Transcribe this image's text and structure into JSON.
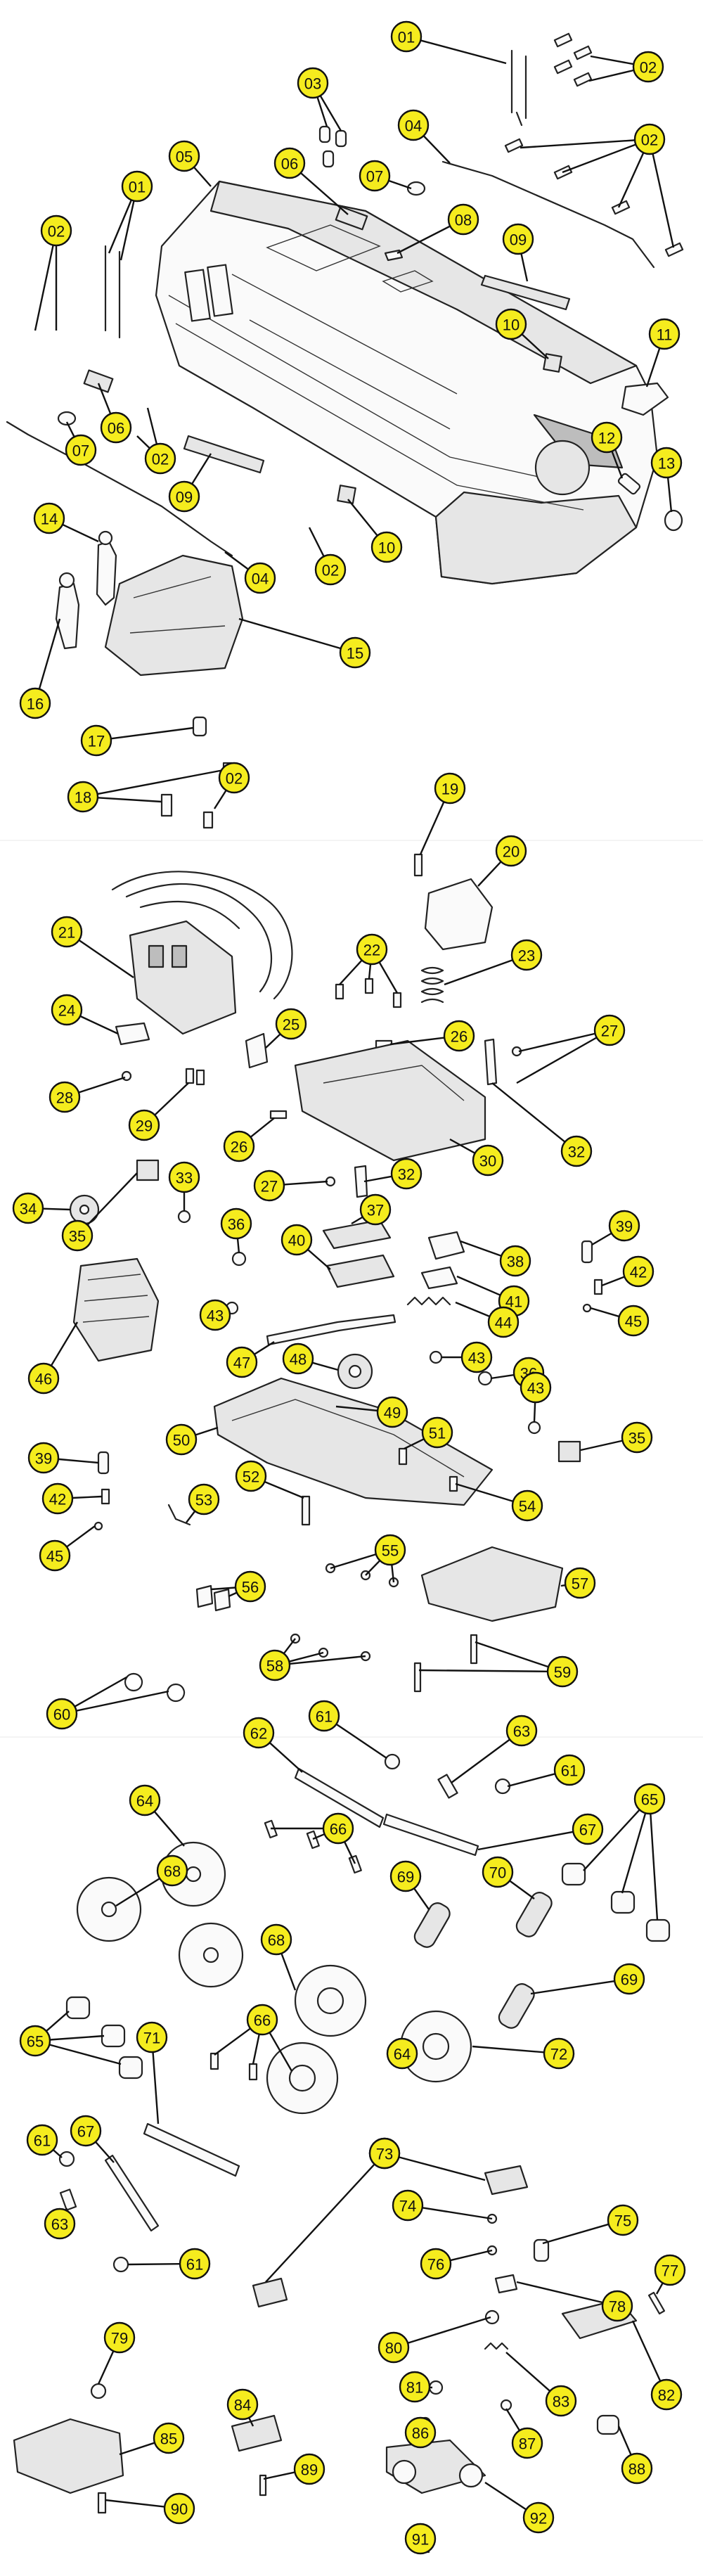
{
  "callouts": [
    {
      "label": "01"
    },
    {
      "label": "02"
    },
    {
      "label": "03"
    },
    {
      "label": "04"
    },
    {
      "label": "05"
    },
    {
      "label": "06"
    },
    {
      "label": "07"
    },
    {
      "label": "08"
    },
    {
      "label": "09"
    },
    {
      "label": "10"
    },
    {
      "label": "11"
    },
    {
      "label": "12"
    },
    {
      "label": "13"
    },
    {
      "label": "14"
    },
    {
      "label": "15"
    },
    {
      "label": "16"
    },
    {
      "label": "17"
    },
    {
      "label": "18"
    },
    {
      "label": "19"
    },
    {
      "label": "20"
    },
    {
      "label": "21"
    },
    {
      "label": "22"
    },
    {
      "label": "23"
    },
    {
      "label": "24"
    },
    {
      "label": "25"
    },
    {
      "label": "26"
    },
    {
      "label": "27"
    },
    {
      "label": "28"
    },
    {
      "label": "29"
    },
    {
      "label": "30"
    },
    {
      "label": "32"
    },
    {
      "label": "33"
    },
    {
      "label": "34"
    },
    {
      "label": "35"
    },
    {
      "label": "36"
    },
    {
      "label": "37"
    },
    {
      "label": "38"
    },
    {
      "label": "39"
    },
    {
      "label": "40"
    },
    {
      "label": "41"
    },
    {
      "label": "42"
    },
    {
      "label": "43"
    },
    {
      "label": "44"
    },
    {
      "label": "45"
    },
    {
      "label": "46"
    },
    {
      "label": "47"
    },
    {
      "label": "48"
    },
    {
      "label": "49"
    },
    {
      "label": "50"
    },
    {
      "label": "51"
    },
    {
      "label": "52"
    },
    {
      "label": "53"
    },
    {
      "label": "54"
    },
    {
      "label": "55"
    },
    {
      "label": "56"
    },
    {
      "label": "57"
    },
    {
      "label": "58"
    },
    {
      "label": "59"
    },
    {
      "label": "60"
    },
    {
      "label": "61"
    },
    {
      "label": "62"
    },
    {
      "label": "63"
    },
    {
      "label": "64"
    },
    {
      "label": "65"
    },
    {
      "label": "66"
    },
    {
      "label": "67"
    },
    {
      "label": "68"
    },
    {
      "label": "69"
    },
    {
      "label": "70"
    },
    {
      "label": "71"
    },
    {
      "label": "72"
    },
    {
      "label": "73"
    },
    {
      "label": "74"
    },
    {
      "label": "75"
    },
    {
      "label": "76"
    },
    {
      "label": "77"
    },
    {
      "label": "78"
    },
    {
      "label": "79"
    },
    {
      "label": "80"
    },
    {
      "label": "81"
    },
    {
      "label": "82"
    },
    {
      "label": "83"
    },
    {
      "label": "84"
    },
    {
      "label": "85"
    },
    {
      "label": "86"
    },
    {
      "label": "87"
    },
    {
      "label": "88"
    },
    {
      "label": "89"
    },
    {
      "label": "90"
    },
    {
      "label": "91"
    },
    {
      "label": "92"
    }
  ]
}
